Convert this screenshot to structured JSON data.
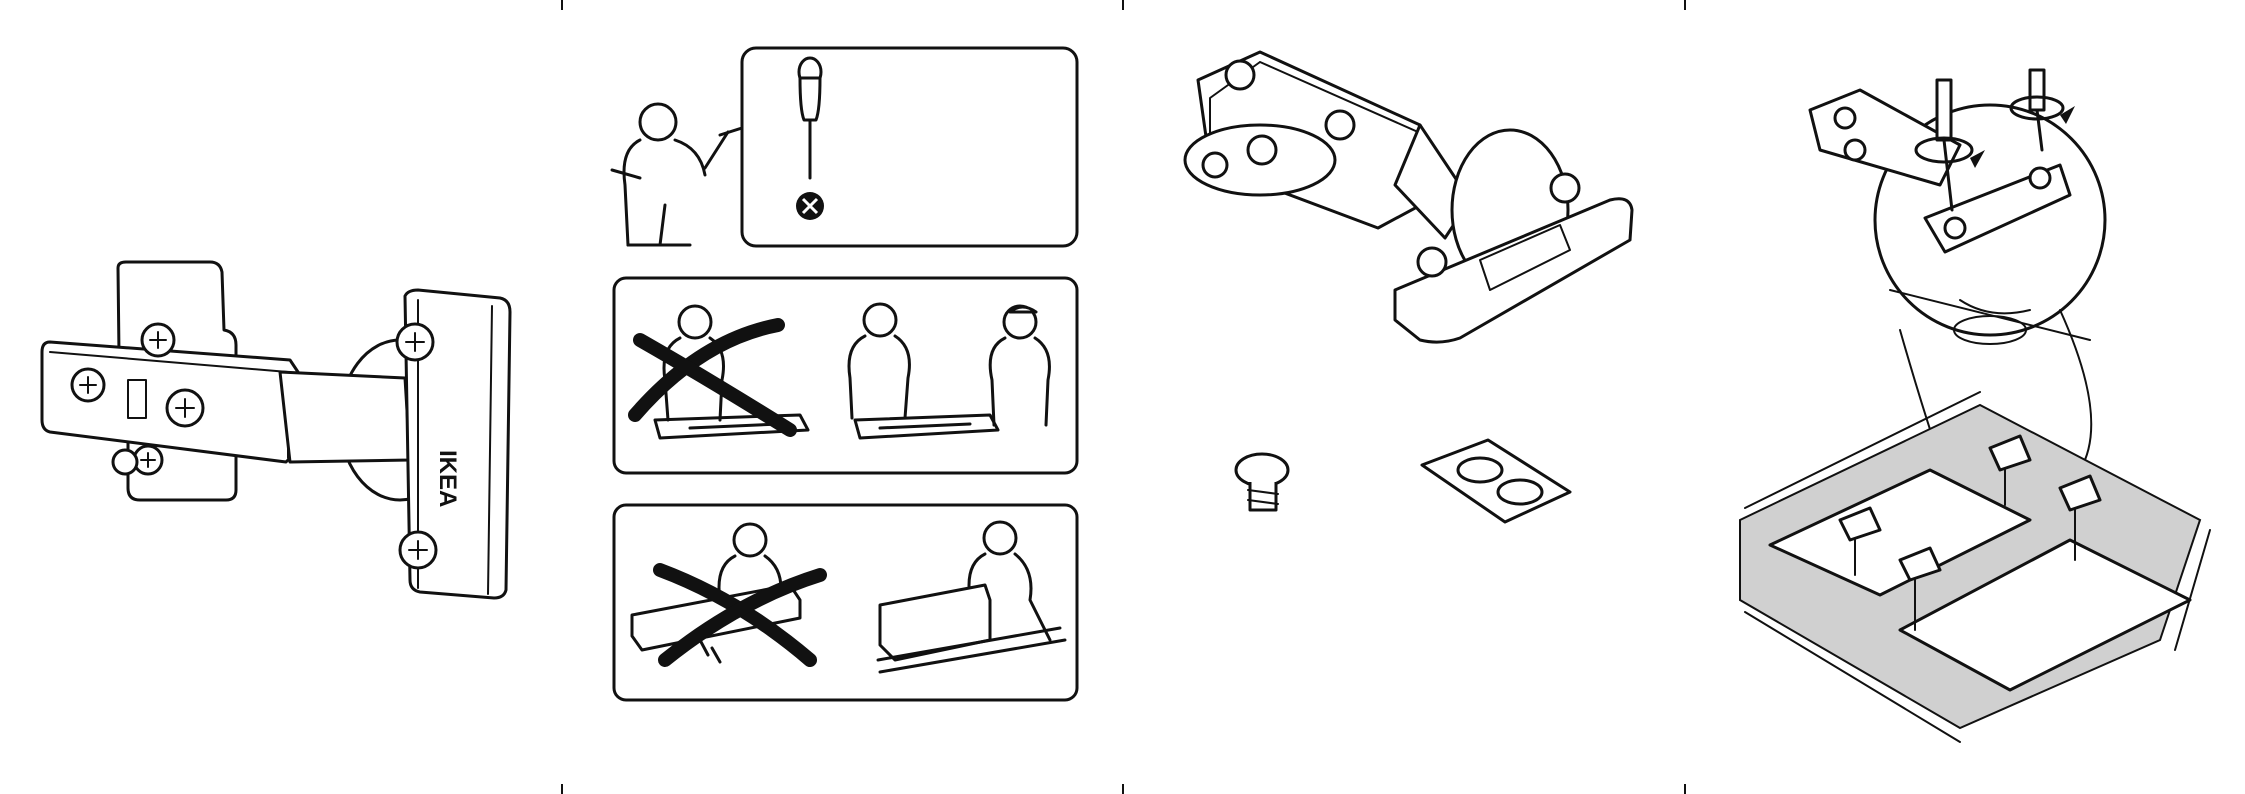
{
  "document": {
    "panels": [
      {
        "id": "panel-1",
        "content": "hinge-illustration"
      },
      {
        "id": "panel-2",
        "content": "tools-and-safety"
      },
      {
        "id": "panel-3",
        "content": "hardware-parts"
      },
      {
        "id": "panel-4",
        "content": "assembly-step"
      }
    ],
    "hinge_marking": "IKEA",
    "icons": {
      "screwdriver": "screwdriver-icon",
      "not_included": "cross-circle-icon",
      "two_person": "two-person-icon",
      "no_hard_surface": "no-hard-surface-icon",
      "rotate_arrow": "rotate-arrow-icon"
    },
    "colors": {
      "line": "#111111",
      "background": "#ffffff",
      "floor_shade": "#d0d0d0"
    }
  }
}
